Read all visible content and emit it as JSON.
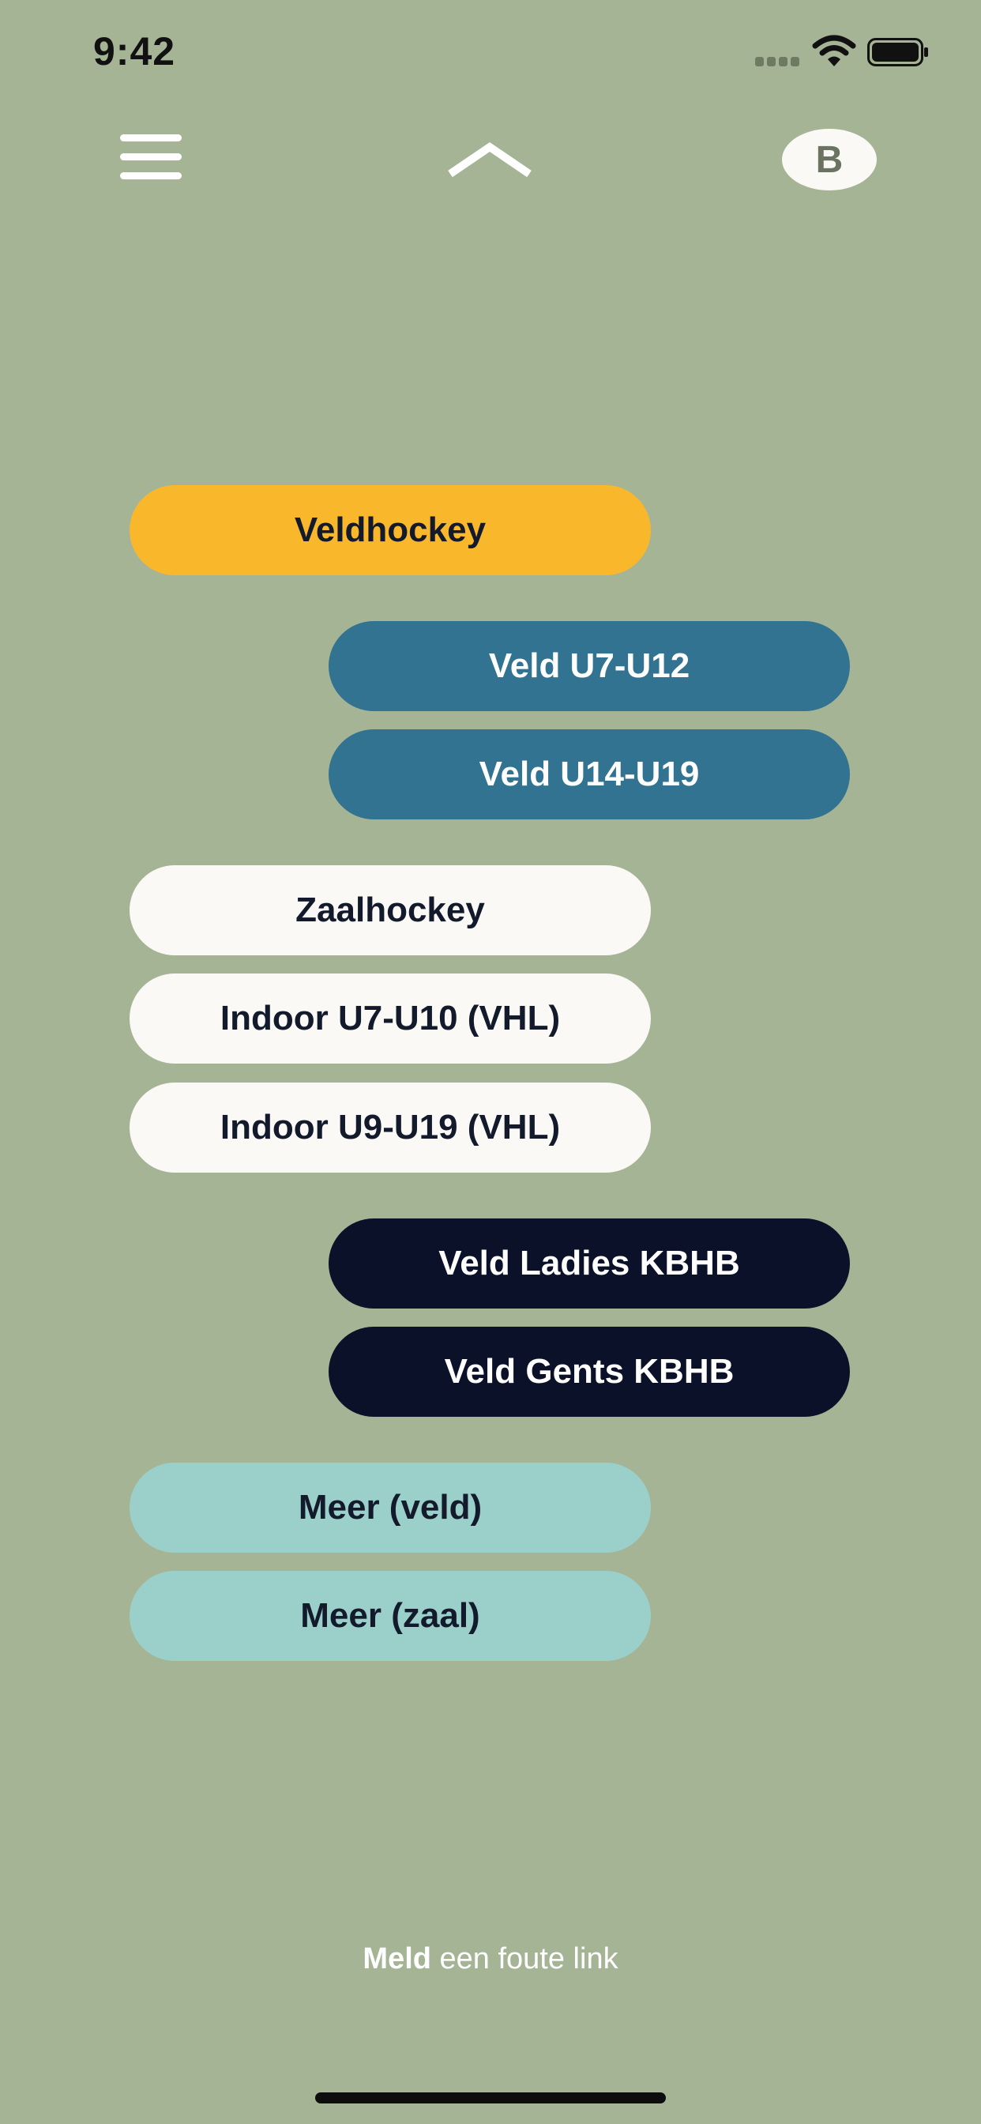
{
  "status_bar": {
    "time": "9:42",
    "icons": [
      "signal-icon",
      "wifi-icon",
      "battery-icon"
    ]
  },
  "header": {
    "menu_icon": "hamburger-menu-icon",
    "collapse_icon": "chevron-up-icon",
    "avatar_letter": "B"
  },
  "menu": {
    "items": [
      {
        "label": "Veldhockey",
        "color": "#f9b72c"
      },
      {
        "label": "Veld U7-U12",
        "color": "#317390"
      },
      {
        "label": "Veld U14-U19",
        "color": "#317390"
      },
      {
        "label": "Zaalhockey",
        "color": "#faf9f6"
      },
      {
        "label": "Indoor U7-U10 (VHL)",
        "color": "#faf9f6"
      },
      {
        "label": "Indoor U9-U19 (VHL)",
        "color": "#faf9f6"
      },
      {
        "label": "Veld Ladies KBHB",
        "color": "#0b1128"
      },
      {
        "label": "Veld Gents KBHB",
        "color": "#0b1128"
      },
      {
        "label": "Meer (veld)",
        "color": "#9bd0ca"
      },
      {
        "label": "Meer (zaal)",
        "color": "#9bd0ca"
      }
    ]
  },
  "footer": {
    "report_bold": "Meld",
    "report_rest": " een foute link"
  },
  "colors": {
    "background": "#a6b496",
    "accent": "#f9b72c"
  }
}
